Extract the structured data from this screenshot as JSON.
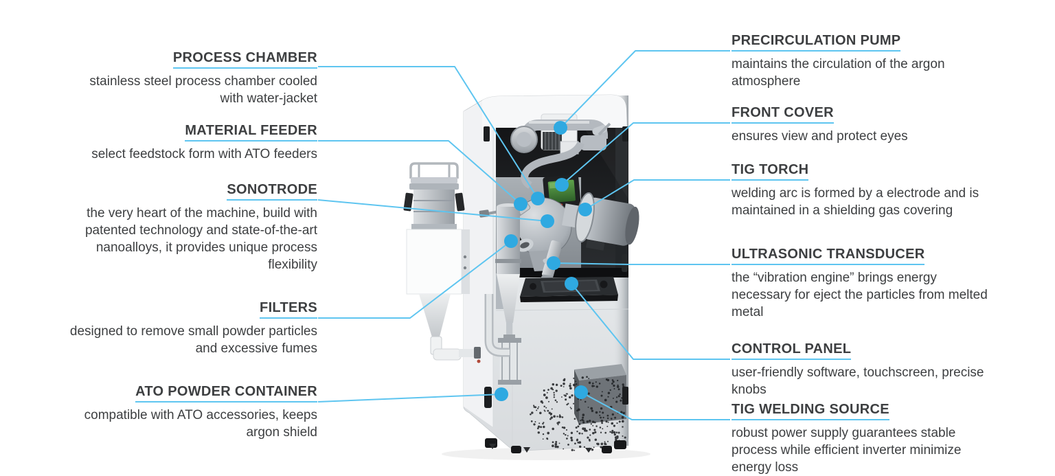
{
  "colors": {
    "leader_line": "#5ec5f0",
    "marker_dot": "#2fa9e1",
    "text": "#3d3f41",
    "background": "#ffffff"
  },
  "labels": {
    "left": [
      {
        "id": "process-chamber",
        "title": "PROCESS CHAMBER",
        "description": "stainless steel process chamber cooled\nwith water-jacket"
      },
      {
        "id": "material-feeder",
        "title": "MATERIAL FEEDER",
        "description": "select feedstock form with ATO feeders"
      },
      {
        "id": "sonotrode",
        "title": "SONOTRODE",
        "description": "the very heart of the machine, build with\npatented technology and state-of-the-art\nnanoalloys, it provides unique process\nflexibility"
      },
      {
        "id": "filters",
        "title": "FILTERS",
        "description": "designed to remove small powder particles\nand excessive fumes"
      },
      {
        "id": "ato-powder-container",
        "title": "ATO POWDER CONTAINER",
        "description": "compatible with ATO accessories, keeps\nargon shield"
      }
    ],
    "right": [
      {
        "id": "precirculation-pump",
        "title": "PRECIRCULATION PUMP",
        "description": "maintains the circulation of the argon\natmosphere"
      },
      {
        "id": "front-cover",
        "title": "FRONT COVER",
        "description": "ensures view and protect eyes"
      },
      {
        "id": "tig-torch",
        "title": "TIG TORCH",
        "description": "welding arc is formed by a electrode and is\nmaintained in a shielding gas covering"
      },
      {
        "id": "ultrasonic-transducer",
        "title": "ULTRASONIC TRANSDUCER",
        "description": "the “vibration engine” brings energy\nnecessary for eject the particles from melted\nmetal"
      },
      {
        "id": "control-panel",
        "title": "CONTROL PANEL",
        "description": "user-friendly software, touchscreen, precise\nknobs"
      },
      {
        "id": "tig-welding-source",
        "title": "TIG WELDING SOURCE",
        "description": "robust power supply guarantees stable\nprocess while efficient inverter minimize\nenergy loss"
      }
    ]
  }
}
